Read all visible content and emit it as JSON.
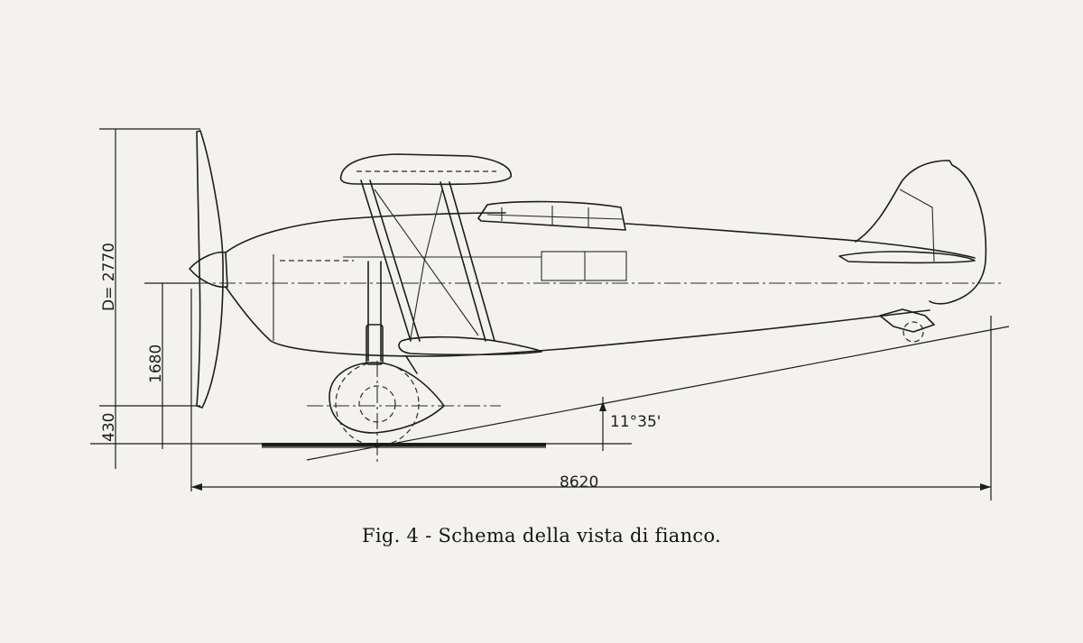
{
  "caption": "Fig. 4 - Schema della vista di fianco.",
  "dimensions": {
    "propeller_diameter": "D= 2770",
    "axis_height": "1680",
    "ground_clearance": "430",
    "overall_length": "8620",
    "ground_angle": "11°35'"
  }
}
